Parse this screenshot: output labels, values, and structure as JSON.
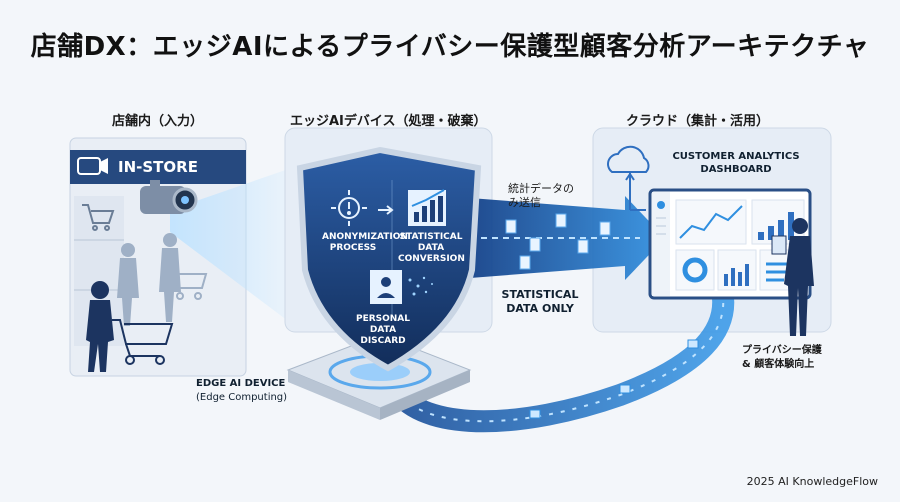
{
  "title": "店舗DX：エッジAIによるプライバシー保護型顧客分析アーキテクチャ",
  "sections": {
    "store": "店舗内（入力）",
    "edge": "エッジAIデバイス（処理・破棄）",
    "cloud": "クラウド（集計・活用）"
  },
  "store_sign": "IN-STORE",
  "shield": {
    "anonymization": "ANONYMIZATION PROCESS",
    "statistical": "STATISTICAL DATA CONVERSION",
    "discard": "PERSONAL DATA DISCARD"
  },
  "edge_device": {
    "name": "EDGE AI DEVICE",
    "sub": "(Edge Computing)"
  },
  "transfer": {
    "jp": "統計データのみ送信",
    "en": "STATISTICAL DATA ONLY"
  },
  "dashboard": {
    "title": "CUSTOMER ANALYTICS DASHBOARD"
  },
  "outcome": {
    "line1": "プライバシー保護",
    "line2": "& 顧客体験向上"
  },
  "credit": "2025 AI KnowledgeFlow",
  "colors": {
    "navy": "#1d3f78",
    "accent": "#2f8fe0",
    "beam": "#7fc4ff"
  }
}
